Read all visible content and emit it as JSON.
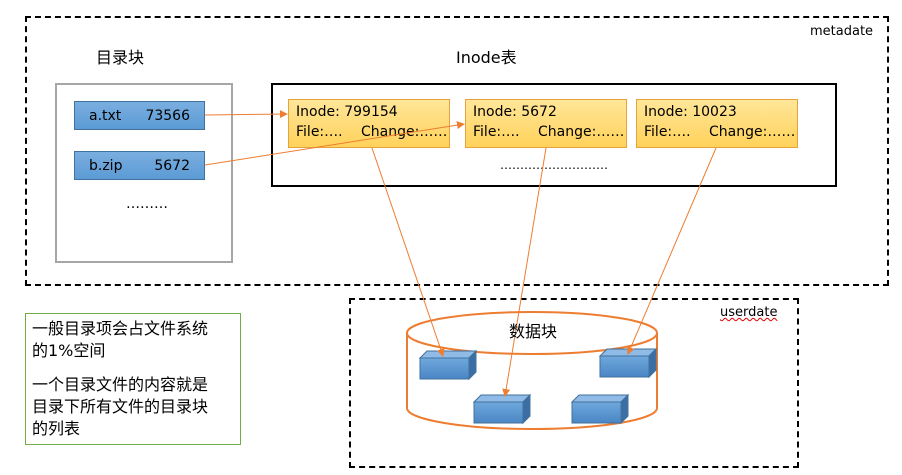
{
  "metadata_region": {
    "label": "metadate"
  },
  "userdata_region": {
    "label": "userdate"
  },
  "directory": {
    "title": "目录块",
    "entries": [
      {
        "name": "a.txt",
        "inode": "73566"
      },
      {
        "name": "b.zip",
        "inode": "5672"
      }
    ],
    "ellipsis": "………"
  },
  "inode_table": {
    "title": "Inode表",
    "inodes": [
      {
        "inode_line": "Inode: 799154",
        "file": "File:….",
        "change": "Change:……"
      },
      {
        "inode_line": "Inode: 5672",
        "file": "File:….",
        "change": "Change:……"
      },
      {
        "inode_line": "Inode: 10023",
        "file": "File:….",
        "change": "Change:……"
      }
    ],
    "ellipsis": "………………………"
  },
  "data_blocks": {
    "title": "数据块",
    "block_count": 4
  },
  "note": {
    "line1": "一般目录项会占文件系统",
    "line2": "的1%空间",
    "line3": "一个目录文件的内容就是",
    "line4": "目录下所有文件的目录块",
    "line5": "的列表"
  },
  "colors": {
    "entry_fill": "#5b9bd5",
    "inode_fill": "#ffd966",
    "arrow": "#ed7d31",
    "note_border": "#70ad47"
  }
}
